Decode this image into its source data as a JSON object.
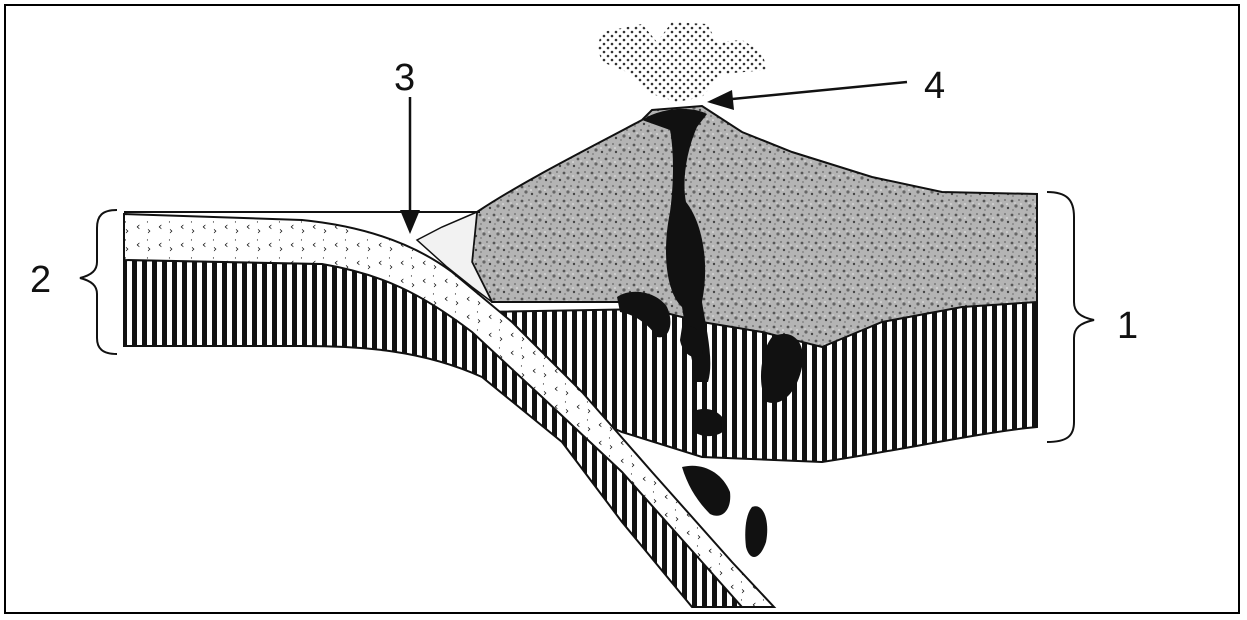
{
  "labels": {
    "one": "1",
    "two": "2",
    "three": "3",
    "four": "4"
  },
  "colors": {
    "ink": "#111111",
    "gray_rock": "#a8a8a8",
    "background": "#ffffff"
  }
}
